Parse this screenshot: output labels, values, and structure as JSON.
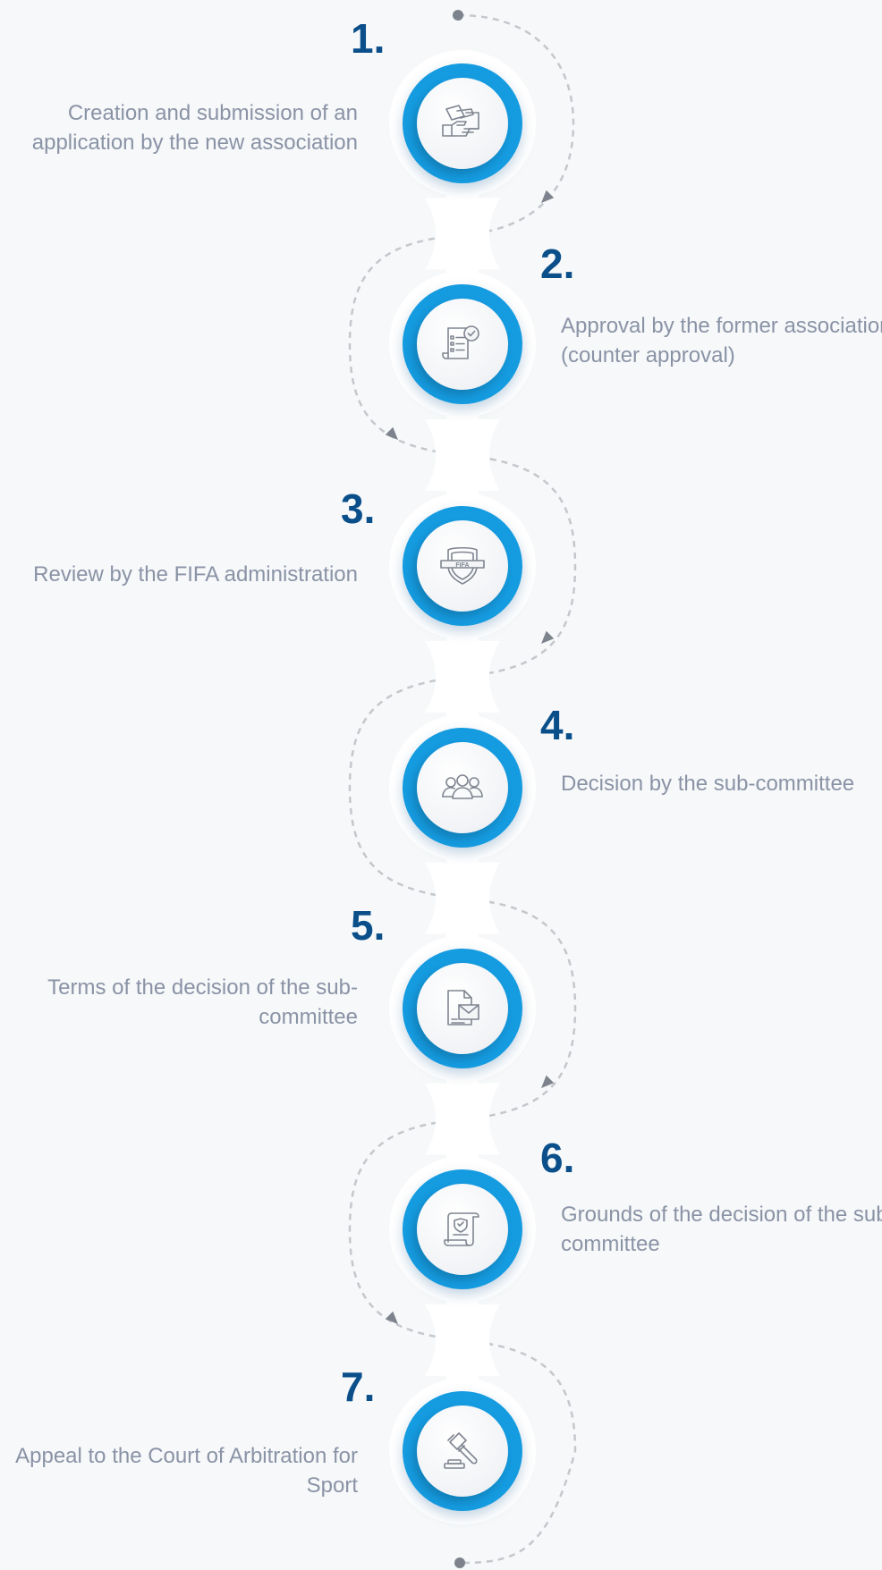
{
  "steps": [
    {
      "number": "1.",
      "text": "Creation and submission of an application by the new association",
      "icon": "documents-hand-icon"
    },
    {
      "number": "2.",
      "text": "Approval by the former association (counter approval)",
      "icon": "checklist-approval-icon"
    },
    {
      "number": "3.",
      "text": "Review by the FIFA administration",
      "icon": "fifa-shield-icon"
    },
    {
      "number": "4.",
      "text": "Decision by the sub-committee",
      "icon": "group-people-icon"
    },
    {
      "number": "5.",
      "text": "Terms of the decision of the sub-committee",
      "icon": "document-envelope-icon"
    },
    {
      "number": "6.",
      "text": "Grounds of the decision of the sub-committee",
      "icon": "shield-scroll-icon"
    },
    {
      "number": "7.",
      "text": "Appeal to the Court of Arbitration for Sport",
      "icon": "gavel-icon"
    }
  ],
  "icon_label_fifa": "FIFA",
  "colors": {
    "background": "#f6f8f9",
    "disc": "#159be0",
    "number": "#0b4f8a",
    "text": "#8a93a6",
    "path": "#c4c7cc",
    "arrow": "#7d838c"
  }
}
